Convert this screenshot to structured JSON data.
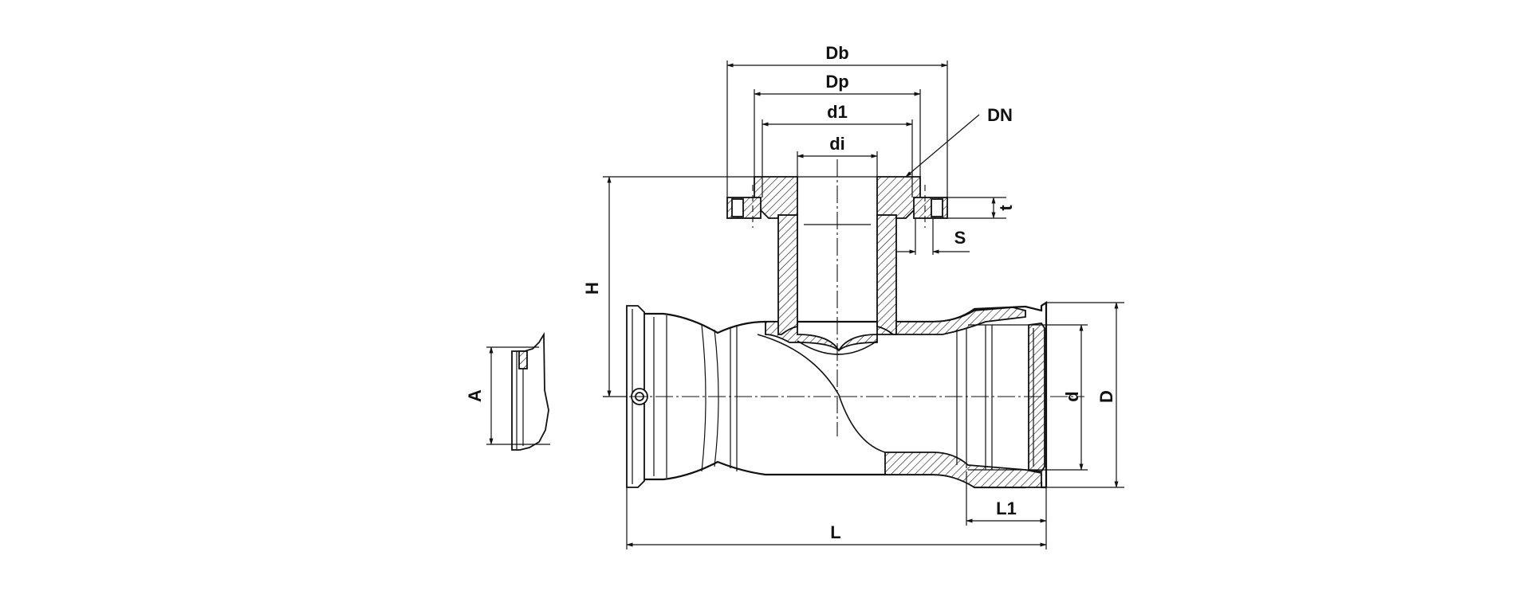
{
  "drawing": {
    "title": "",
    "labels": {
      "Db": "Db",
      "Dp": "Dp",
      "d1": "d1",
      "di": "di",
      "DN": "DN",
      "t": "t",
      "S": "S",
      "H": "H",
      "A": "A",
      "d": "d",
      "D": "D",
      "L1": "L1",
      "L": "L"
    }
  },
  "colors": {
    "line": "#111111",
    "background": "#ffffff"
  }
}
